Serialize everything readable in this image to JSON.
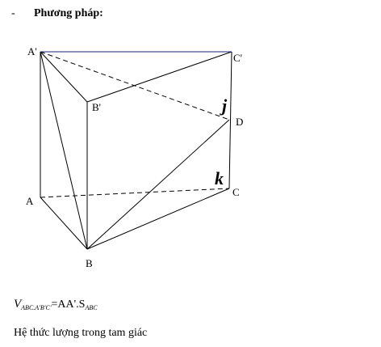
{
  "heading": {
    "bullet": "-",
    "title": "Phương pháp:"
  },
  "figure": {
    "vertices": {
      "A1": "A'",
      "B1": "B'",
      "C1": "C'",
      "A": "A",
      "B": "B",
      "C": "C",
      "D": "D"
    },
    "vectors": {
      "j": "j",
      "k": "k"
    },
    "colors": {
      "line": "#000000",
      "top_edge": "#1a237e"
    }
  },
  "formula": {
    "v": "V",
    "v_sub": "ABC.A'B'C'",
    "equals": "=AA'.S",
    "s_sub": "ABC"
  },
  "note": "Hệ thức lượng trong tam giác"
}
